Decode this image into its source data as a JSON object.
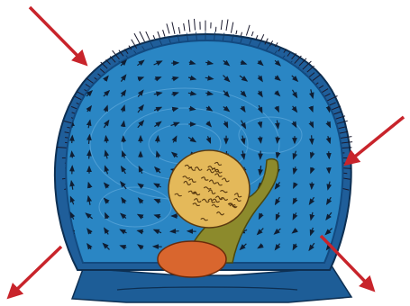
{
  "diagram": {
    "colors": {
      "background": "#ffffff",
      "shell_outer": "#1f5e9a",
      "shell_rim": "#2e72b0",
      "mantle": "#2a86c4",
      "cilia_edge": "#1a1a2e",
      "flow_arrow": "#0f1e33",
      "gonad": "#e4b95a",
      "gonad_pattern": "#5a3a10",
      "foot": "#8c8a2c",
      "adductor": "#d9662e",
      "base": "#1d5d97",
      "red_arrow": "#c8242b"
    },
    "red_arrows": [
      {
        "direction": "inflow"
      },
      {
        "direction": "inflow"
      },
      {
        "direction": "outflow"
      },
      {
        "direction": "outflow"
      }
    ]
  }
}
